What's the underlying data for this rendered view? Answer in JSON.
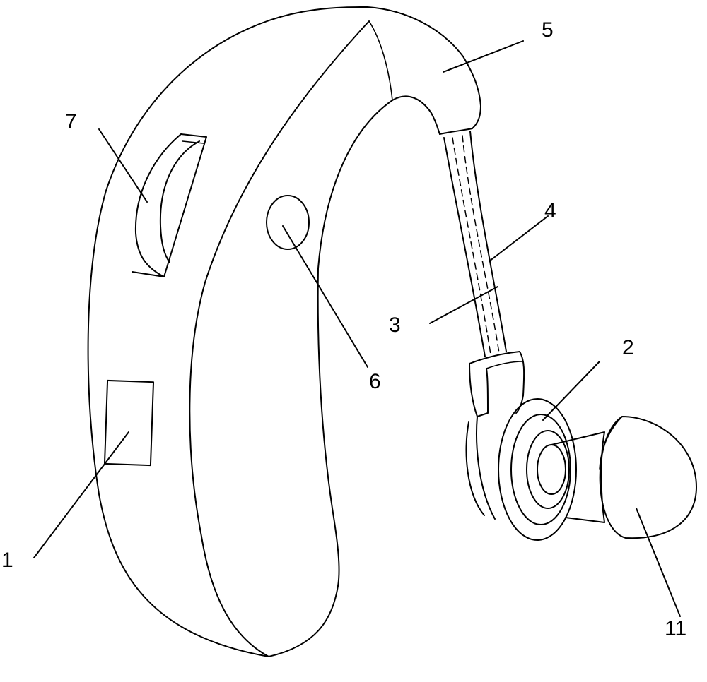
{
  "labels": {
    "part_1": "1",
    "part_2": "2",
    "part_3": "3",
    "part_4": "4",
    "part_5": "5",
    "part_6": "6",
    "part_7": "7",
    "part_11": "11"
  },
  "colors": {
    "stroke": "#000000",
    "background": "#ffffff"
  }
}
